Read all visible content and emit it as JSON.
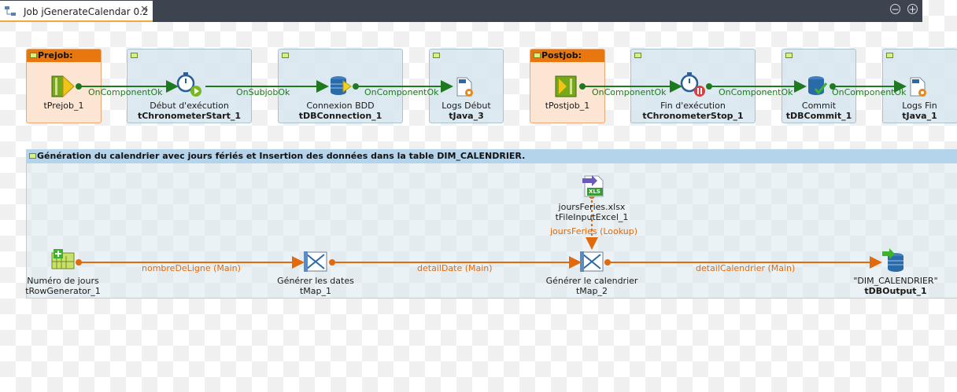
{
  "tab": {
    "title": "Job jGenerateCalendar 0.2",
    "close": "✕"
  },
  "window_buttons": {
    "minimize": "−",
    "maximize": "+"
  },
  "prejob": {
    "title": "Prejob:",
    "component": "tPrejob_1"
  },
  "postjob": {
    "title": "Postjob:",
    "component": "tPostjob_1"
  },
  "top_components": [
    {
      "caption": "Début d'exécution",
      "name": "tChronometerStart_1"
    },
    {
      "caption": "Connexion BDD",
      "name": "tDBConnection_1"
    },
    {
      "caption": "Logs Début",
      "name": "tJava_3"
    },
    {
      "caption": "Fin d'exécution",
      "name": "tChronometerStop_1"
    },
    {
      "caption": "Commit",
      "name": "tDBCommit_1"
    },
    {
      "caption": "Logs Fin",
      "name": "tJava_1"
    }
  ],
  "top_links": [
    "OnComponentOk",
    "OnSubjobOk",
    "OnComponentOk",
    "OnComponentOk",
    "OnComponentOk",
    "OnComponentOk"
  ],
  "main_subjob": {
    "title": "Génération du calendrier avec jours fériés et Insertion des données dans la table DIM_CALENDRIER."
  },
  "flow_components": [
    {
      "caption": "Numéro de jours",
      "name": "tRowGenerator_1"
    },
    {
      "caption": "Générer les dates",
      "name": "tMap_1"
    },
    {
      "caption": "Générer le calendrier",
      "name": "tMap_2"
    },
    {
      "caption": "\"DIM_CALENDRIER\"",
      "name": "tDBOutput_1"
    }
  ],
  "excel_component": {
    "caption": "joursFeries.xlsx",
    "name": "tFileInputExcel_1",
    "badge": "XLS"
  },
  "flow_links": [
    "nombreDeLigne (Main)",
    "detailDate (Main)",
    "detailCalendrier (Main)"
  ],
  "lookup_link": "joursFeries (Lookup)",
  "colors": {
    "trigger": "#1f7a1f",
    "flow": "#e06a0c",
    "subjob_header": "#e8770f",
    "main_header": "#b3d4eb"
  }
}
